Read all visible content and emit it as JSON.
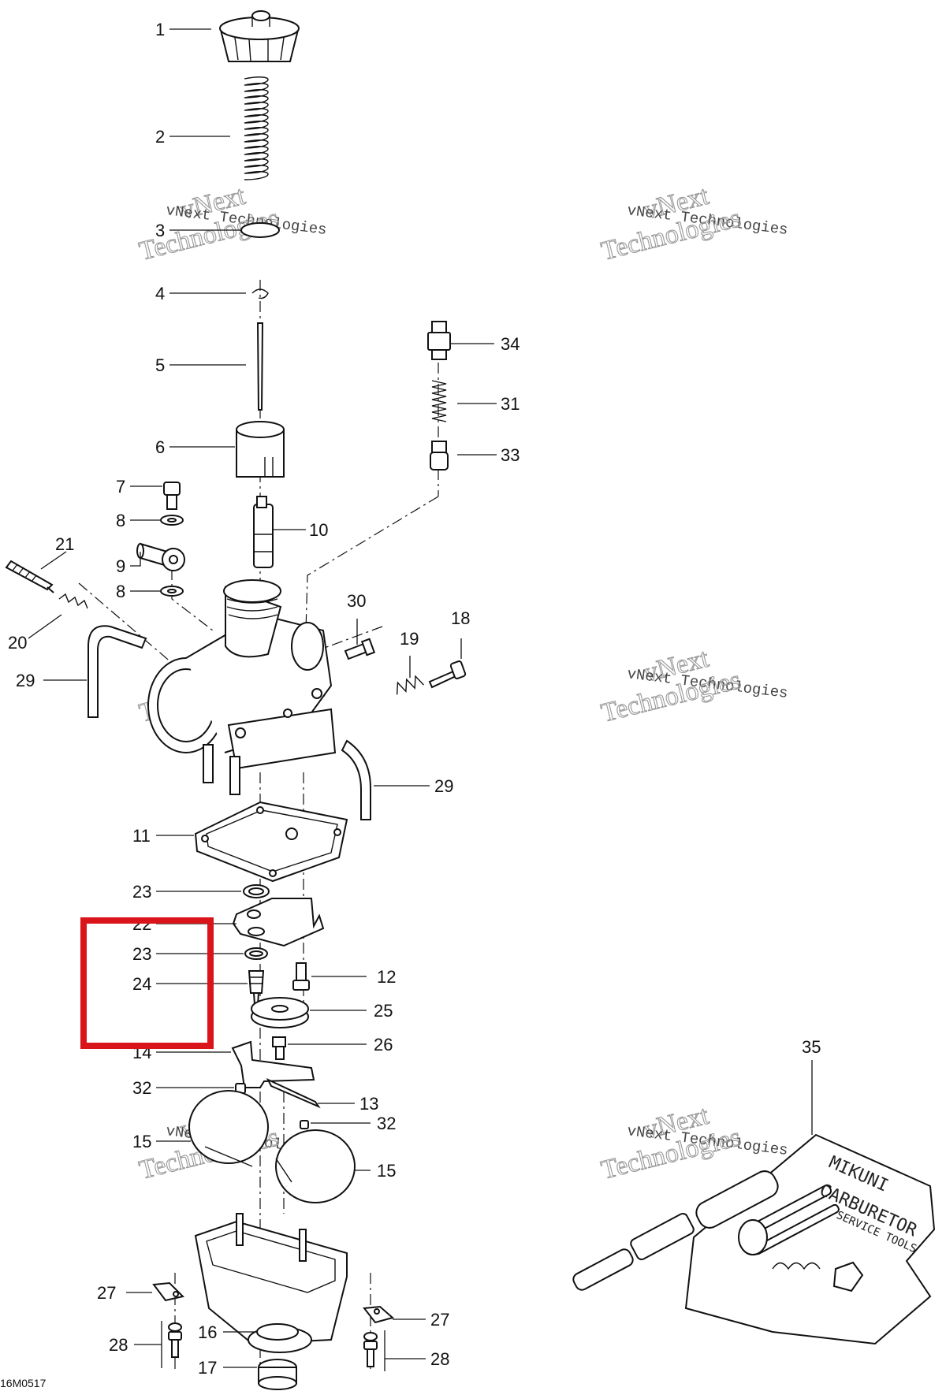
{
  "diagram": {
    "reference_code": "16M0517",
    "watermark": {
      "line1": "vNext Technologies",
      "line2_big": "vNext",
      "line3_big": "Technologies"
    },
    "kit_label": {
      "line1": "MIKUNI",
      "line2": "CARBURETOR",
      "line3": "SERVICE TOOLS"
    },
    "callouts": [
      "1",
      "2",
      "3",
      "4",
      "5",
      "6",
      "7",
      "8",
      "9",
      "8",
      "21",
      "20",
      "29",
      "10",
      "34",
      "31",
      "33",
      "30",
      "19",
      "18",
      "29",
      "11",
      "23",
      "22",
      "23",
      "24",
      "12",
      "25",
      "14",
      "26",
      "32",
      "13",
      "32",
      "15",
      "15",
      "27",
      "28",
      "16",
      "17",
      "27",
      "28",
      "35"
    ],
    "highlight": {
      "color": "#d9141b"
    },
    "colors": {
      "line": "#111111",
      "background": "#ffffff"
    }
  }
}
